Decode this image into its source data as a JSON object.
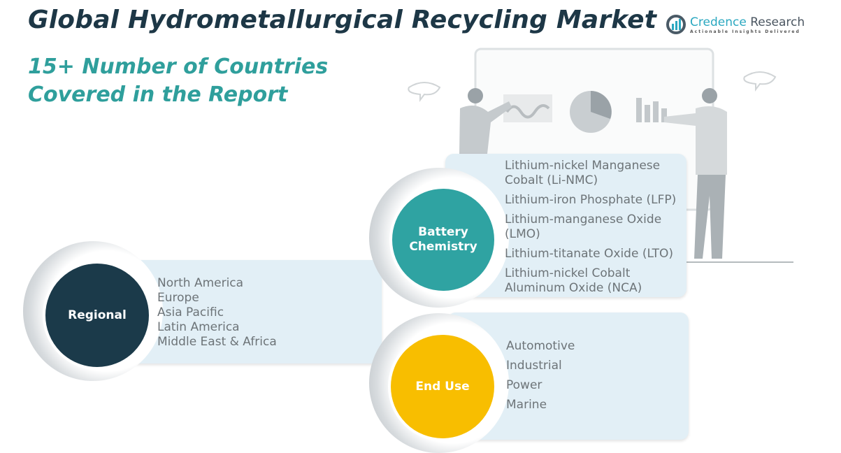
{
  "header": {
    "title": "Global Hydrometallurgical Recycling Market",
    "subtitle_line1": "15+ Number of Countries",
    "subtitle_line2": "Covered in the Report"
  },
  "logo": {
    "name_part1": "Credence",
    "name_part2": "Research",
    "tagline": "Actionable Insights Delivered"
  },
  "segments": {
    "regional": {
      "label": "Regional",
      "color": "#1b3a4a",
      "items": [
        "North America",
        "Europe",
        "Asia Pacific",
        "Latin America",
        "Middle East & Africa"
      ]
    },
    "battery": {
      "label_line1": "Battery",
      "label_line2": "Chemistry",
      "color": "#2fa3a2",
      "items": [
        "Lithium-nickel Manganese Cobalt (Li-NMC)",
        "Lithium-iron Phosphate (LFP)",
        "Lithium-manganese Oxide (LMO)",
        "Lithium-titanate Oxide (LTO)",
        "Lithium-nickel Cobalt Aluminum Oxide (NCA)"
      ]
    },
    "enduse": {
      "label": "End Use",
      "color": "#f8be00",
      "items": [
        "Automotive",
        "Industrial",
        "Power",
        "Marine"
      ]
    }
  }
}
